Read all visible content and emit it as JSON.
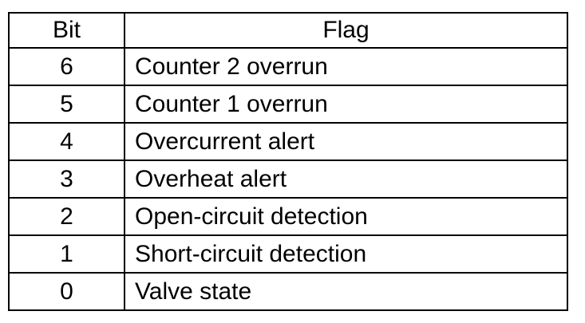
{
  "table": {
    "columns": [
      "Bit",
      "Flag"
    ],
    "rows": [
      {
        "bit": "6",
        "flag": "Counter 2 overrun"
      },
      {
        "bit": "5",
        "flag": "Counter 1 overrun"
      },
      {
        "bit": "4",
        "flag": "Overcurrent alert"
      },
      {
        "bit": "3",
        "flag": "Overheat alert"
      },
      {
        "bit": "2",
        "flag": "Open-circuit detection"
      },
      {
        "bit": "1",
        "flag": "Short-circuit detection"
      },
      {
        "bit": "0",
        "flag": "Valve state"
      }
    ],
    "border_color": "#000000",
    "text_color": "#000000",
    "background_color": "#ffffff"
  }
}
